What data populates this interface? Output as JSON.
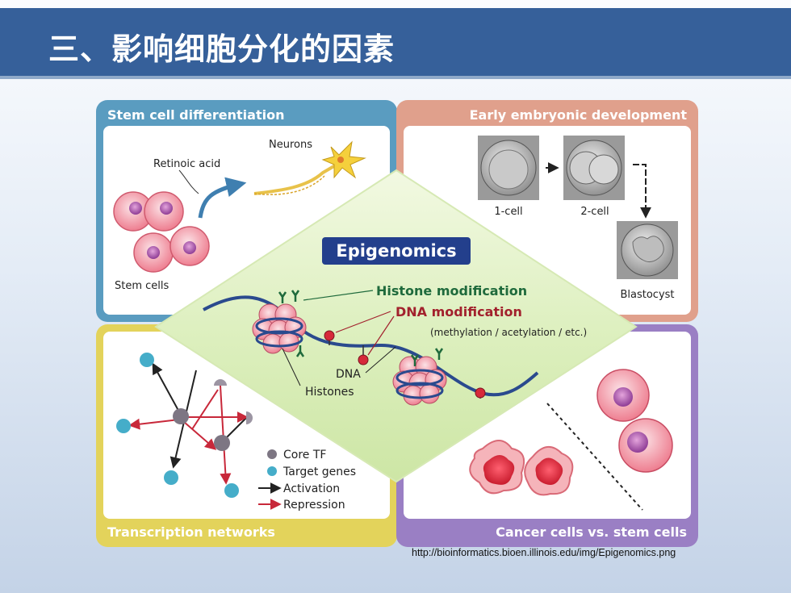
{
  "slide": {
    "title": "三、影响细胞分化的因素",
    "source_url": "http://bioinformatics.bioen.illinois.edu/img/Epigenomics.png"
  },
  "figure": {
    "center_title": "Epigenomics",
    "panels": {
      "top_left": {
        "header": "Stem cell differentiation",
        "labels": {
          "neurons": "Neurons",
          "retinoic_acid": "Retinoic acid",
          "stem_cells": "Stem cells"
        }
      },
      "top_right": {
        "header": "Early embryonic development",
        "labels": {
          "one_cell": "1-cell",
          "two_cell": "2-cell",
          "blastocyst": "Blastocyst"
        }
      },
      "bottom_left": {
        "header": "Transcription networks",
        "legend": {
          "core_tf": "Core TF",
          "target_genes": "Target genes",
          "activation": "Activation",
          "repression": "Repression"
        }
      },
      "bottom_right": {
        "header": "Cancer cells vs. stem cells"
      }
    },
    "center_labels": {
      "histone_modification": "Histone modification",
      "dna_modification": "DNA modification",
      "dna_modification_note": "(methylation / acetylation / etc.)",
      "dna": "DNA",
      "histones": "Histones"
    },
    "colors": {
      "stem_panel": "#5a9cc0",
      "embryo_panel": "#e0a08c",
      "network_panel": "#e3d35b",
      "cancer_panel": "#9a7fc4",
      "center_title_bg": "#233f8c",
      "histone_label": "#1f6a3c",
      "dna_mod_label": "#a2212d"
    }
  }
}
